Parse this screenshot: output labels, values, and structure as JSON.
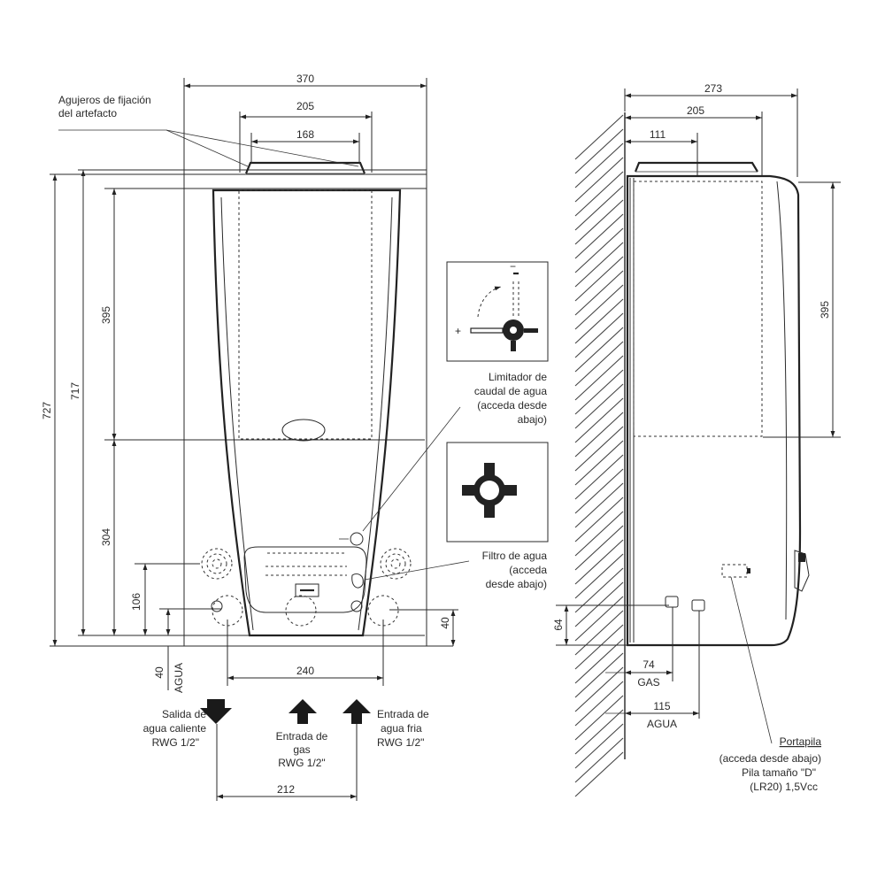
{
  "front_view": {
    "dims": {
      "w370": "370",
      "w205": "205",
      "w168": "168",
      "h727": "727",
      "h717": "717",
      "h395": "395",
      "h304": "304",
      "h106": "106",
      "h40_left": "40",
      "agua_v": "AGUA",
      "h40_right": "40",
      "w240": "240",
      "w212": "212"
    },
    "labels": {
      "fixing_line1": "Agujeros de fijación",
      "fixing_line2": "del artefacto",
      "limiter_line1": "Limitador de",
      "limiter_line2": "caudal de agua",
      "limiter_line3": "(acceda desde",
      "limiter_line4": "abajo)",
      "filter_line1": "Filtro de agua",
      "filter_line2": "(acceda",
      "filter_line3": "desde abajo)",
      "hot_line1": "Salida de",
      "hot_line2": "agua caliente",
      "hot_line3": "RWG 1/2\"",
      "gas_line1": "Entrada de",
      "gas_line2": "gas",
      "gas_line3": "RWG 1/2\"",
      "cold_line1": "Entrada de",
      "cold_line2": "agua fria",
      "cold_line3": "RWG 1/2\"",
      "plus_sign": "+",
      "minus_sign": "−"
    }
  },
  "side_view": {
    "dims": {
      "w273": "273",
      "w205": "205",
      "w111": "111",
      "h395": "395",
      "h64": "64",
      "w74": "74",
      "gas": "GAS",
      "w115": "115",
      "agua": "AGUA"
    },
    "labels": {
      "battery_line1": "Portapila",
      "battery_line2": "(acceda desde abajo)",
      "battery_line3": "Pila tamaño \"D\"",
      "battery_line4": "(LR20) 1,5Vcc"
    }
  }
}
